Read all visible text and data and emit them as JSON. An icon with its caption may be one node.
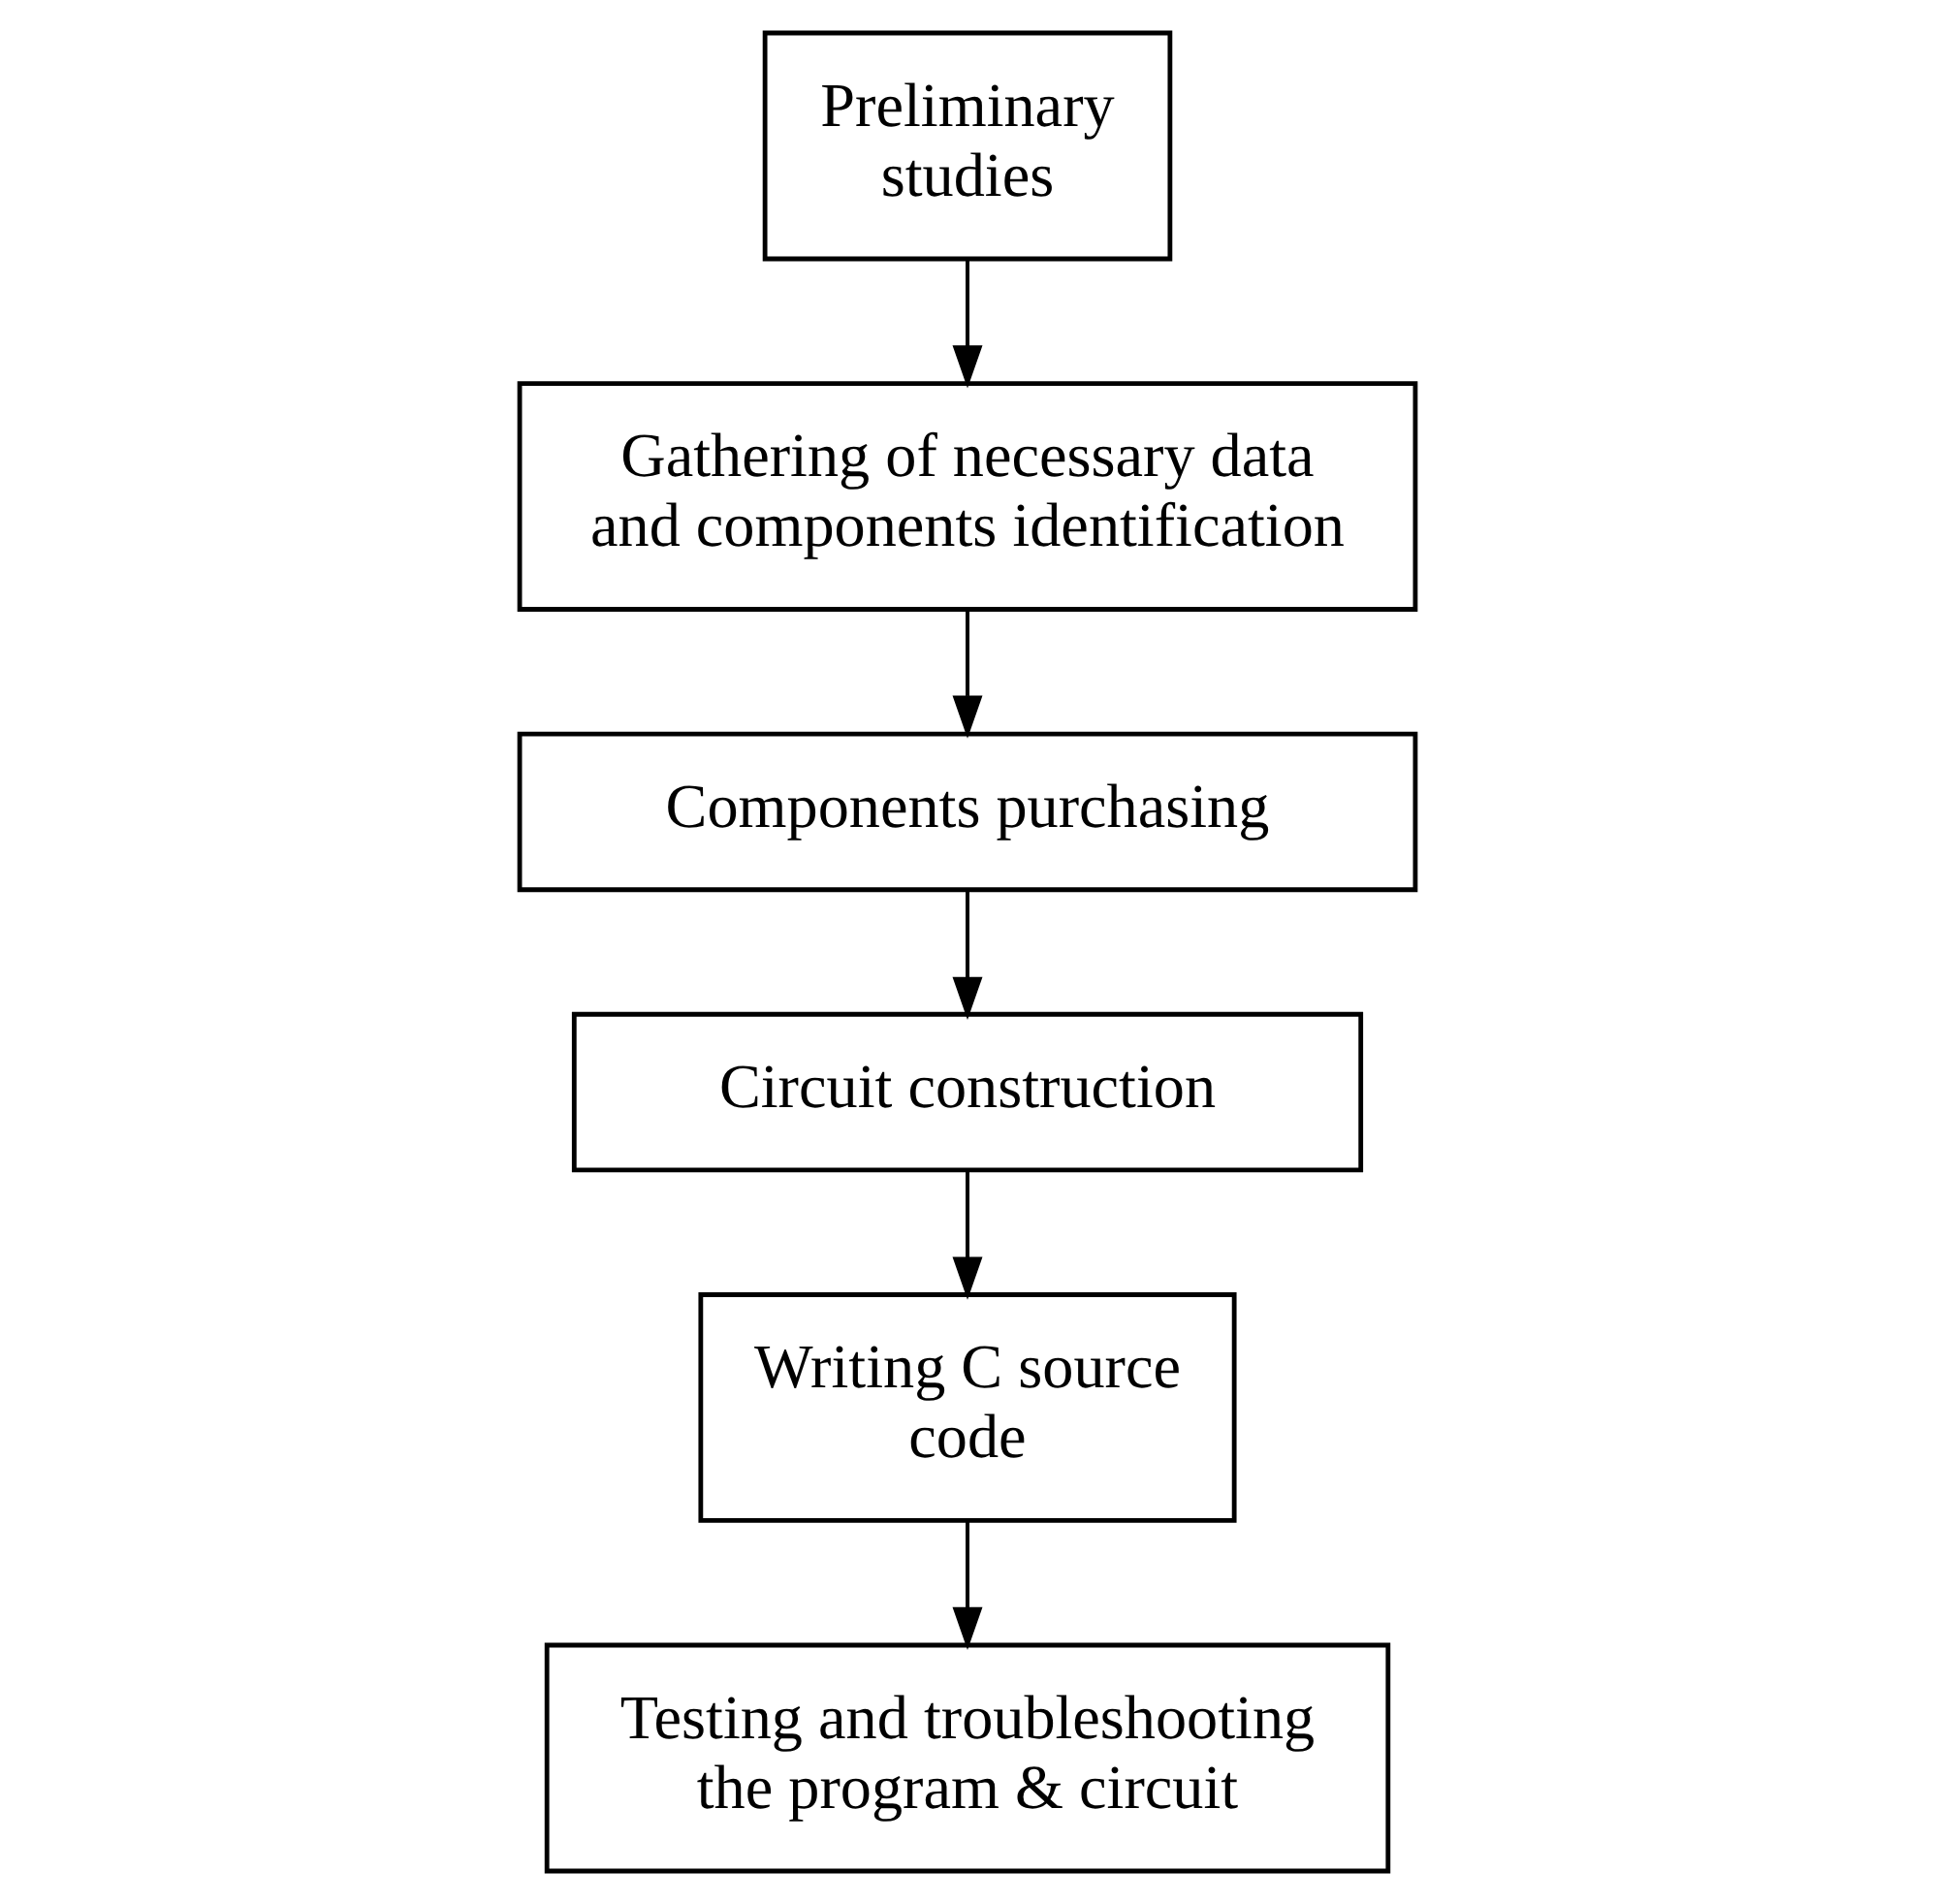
{
  "diagram": {
    "nodes": [
      {
        "text": [
          "Preliminary studies"
        ]
      },
      {
        "text": [
          "Gathering of necessary data and components identification"
        ]
      },
      {
        "text": [
          "Components purchasing"
        ]
      },
      {
        "text": [
          "Circuit construction"
        ]
      },
      {
        "text": [
          "Writing C source code"
        ]
      },
      {
        "text": [
          "Testing and troubleshooting the program & circuit"
        ]
      }
    ],
    "edges": [
      {
        "from": 0,
        "to": 1,
        "arrow": "to"
      },
      {
        "from": 1,
        "to": 2,
        "arrow": "to"
      },
      {
        "from": 2,
        "to": 3,
        "arrow": "to"
      },
      {
        "from": 3,
        "to": 4,
        "arrow": "to"
      },
      {
        "from": 4,
        "to": 5,
        "arrow": "to"
      }
    ]
  }
}
